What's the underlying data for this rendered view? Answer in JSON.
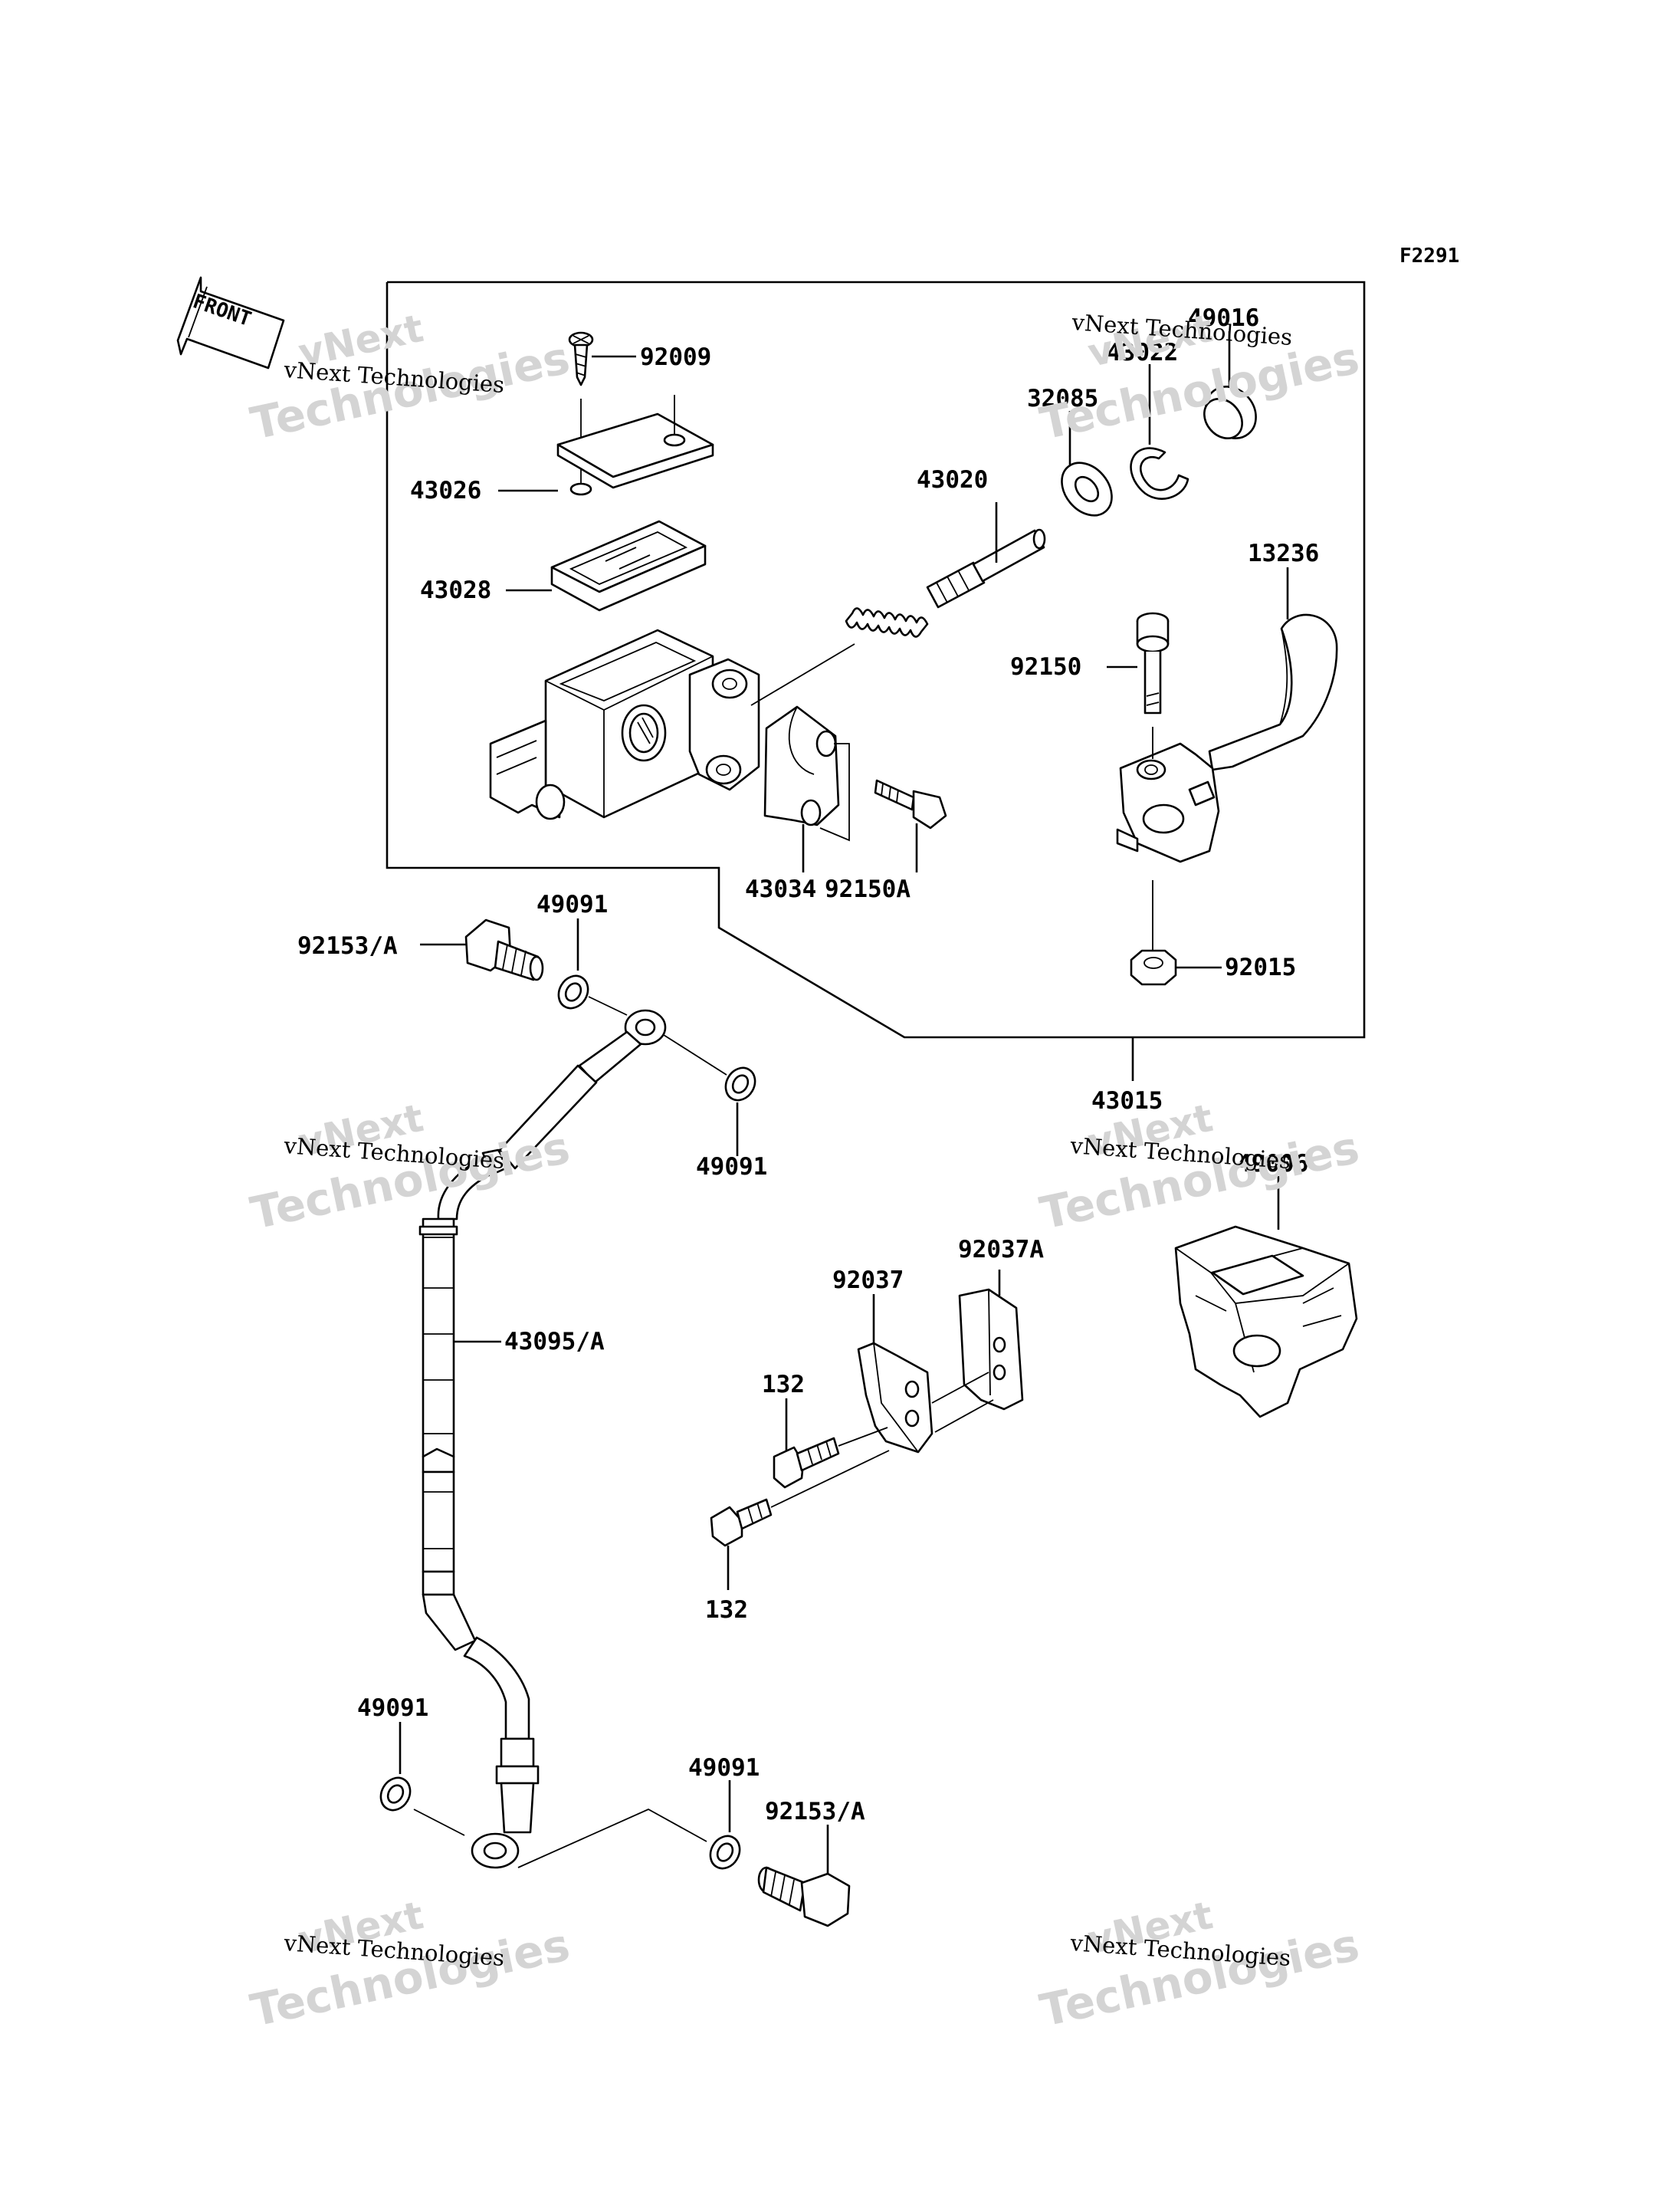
{
  "figure_code": "F2291",
  "front_marker": "FRONT",
  "watermark": {
    "line1": "vNext",
    "line2": "Technologies",
    "overlay": "vNext Technologies"
  },
  "part_labels": {
    "p92009": "92009",
    "p43026": "43026",
    "p43028": "43028",
    "p43020": "43020",
    "p32085": "32085",
    "p43022": "43022",
    "p49016": "49016",
    "p13236": "13236",
    "p92150": "92150",
    "p43034": "43034",
    "p92150A": "92150A",
    "p92015": "92015",
    "p43015": "43015",
    "p92153A_top": "92153/A",
    "p49091_a": "49091",
    "p49091_b": "49091",
    "p49006": "49006",
    "p43095A": "43095/A",
    "p92037A": "92037A",
    "p92037": "92037",
    "p132_a": "132",
    "p132_b": "132",
    "p49091_c": "49091",
    "p49091_d": "49091",
    "p92153A_bot": "92153/A"
  }
}
